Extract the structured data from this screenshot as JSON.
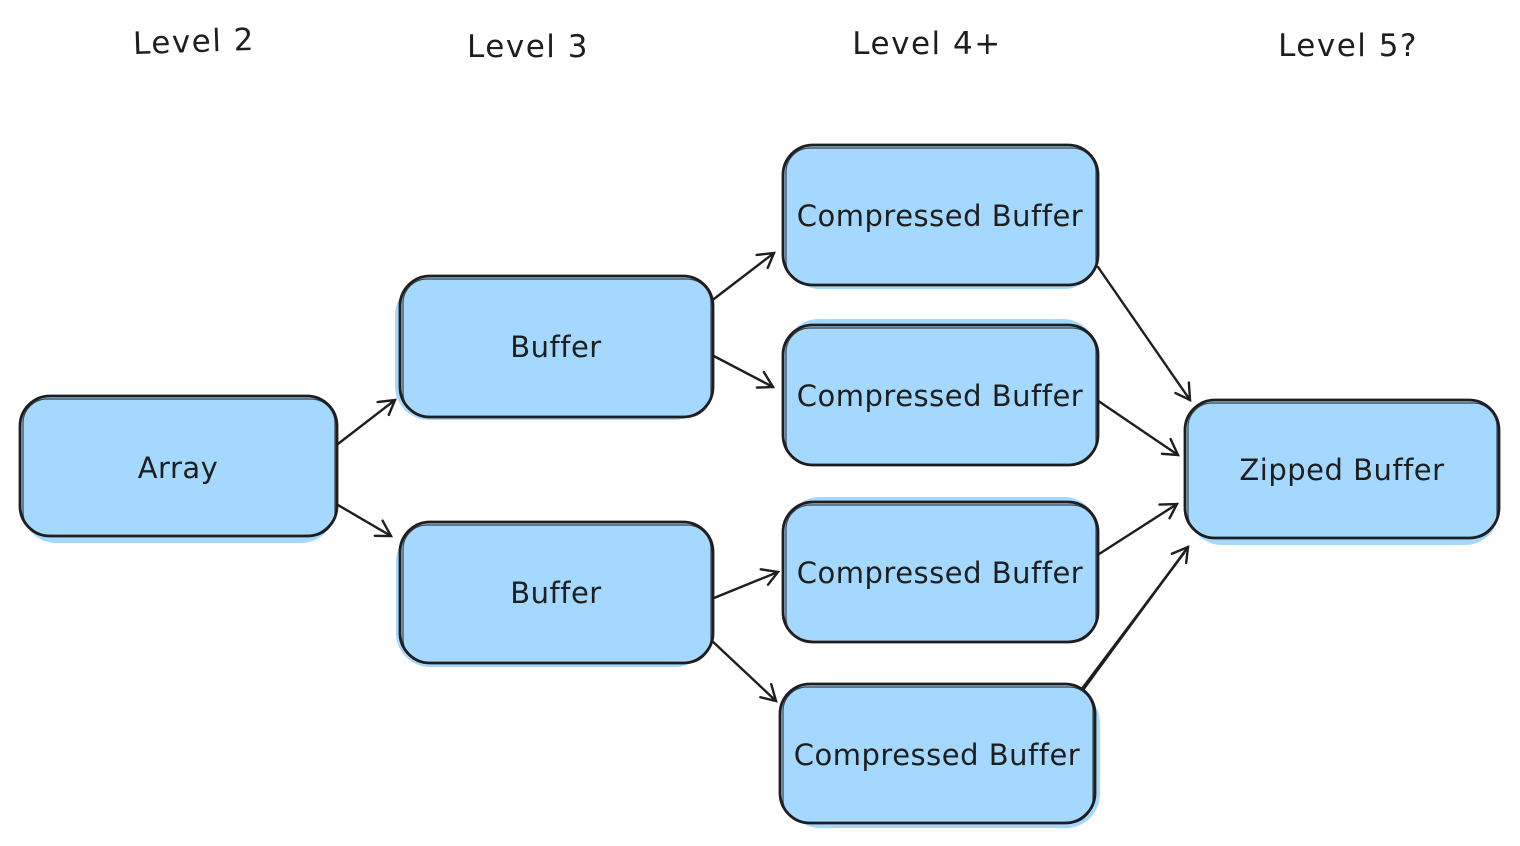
{
  "diagram": {
    "headers": [
      {
        "id": "level-2",
        "label": "Level 2"
      },
      {
        "id": "level-3",
        "label": "Level 3"
      },
      {
        "id": "level-4-plus",
        "label": "Level 4+"
      },
      {
        "id": "level-5",
        "label": "Level 5?"
      }
    ],
    "nodes": [
      {
        "id": "array",
        "label": "Array",
        "column": "Level 2"
      },
      {
        "id": "buffer-top",
        "label": "Buffer",
        "column": "Level 3"
      },
      {
        "id": "buffer-bottom",
        "label": "Buffer",
        "column": "Level 3"
      },
      {
        "id": "compressed-buffer-1",
        "label": "Compressed Buffer",
        "column": "Level 4+"
      },
      {
        "id": "compressed-buffer-2",
        "label": "Compressed Buffer",
        "column": "Level 4+"
      },
      {
        "id": "compressed-buffer-3",
        "label": "Compressed Buffer",
        "column": "Level 4+"
      },
      {
        "id": "compressed-buffer-4",
        "label": "Compressed Buffer",
        "column": "Level 4+"
      },
      {
        "id": "zipped-buffer",
        "label": "Zipped Buffer",
        "column": "Level 5?"
      }
    ],
    "edges": [
      {
        "from": "array",
        "to": "buffer-top"
      },
      {
        "from": "array",
        "to": "buffer-bottom"
      },
      {
        "from": "buffer-top",
        "to": "compressed-buffer-1"
      },
      {
        "from": "buffer-top",
        "to": "compressed-buffer-2"
      },
      {
        "from": "buffer-bottom",
        "to": "compressed-buffer-3"
      },
      {
        "from": "buffer-bottom",
        "to": "compressed-buffer-4"
      },
      {
        "from": "compressed-buffer-1",
        "to": "zipped-buffer"
      },
      {
        "from": "compressed-buffer-2",
        "to": "zipped-buffer"
      },
      {
        "from": "compressed-buffer-3",
        "to": "zipped-buffer"
      },
      {
        "from": "compressed-buffer-4",
        "to": "zipped-buffer"
      }
    ],
    "colors": {
      "node_fill": "#a5d8ff",
      "stroke": "#1e1e1e",
      "background": "#ffffff"
    }
  }
}
